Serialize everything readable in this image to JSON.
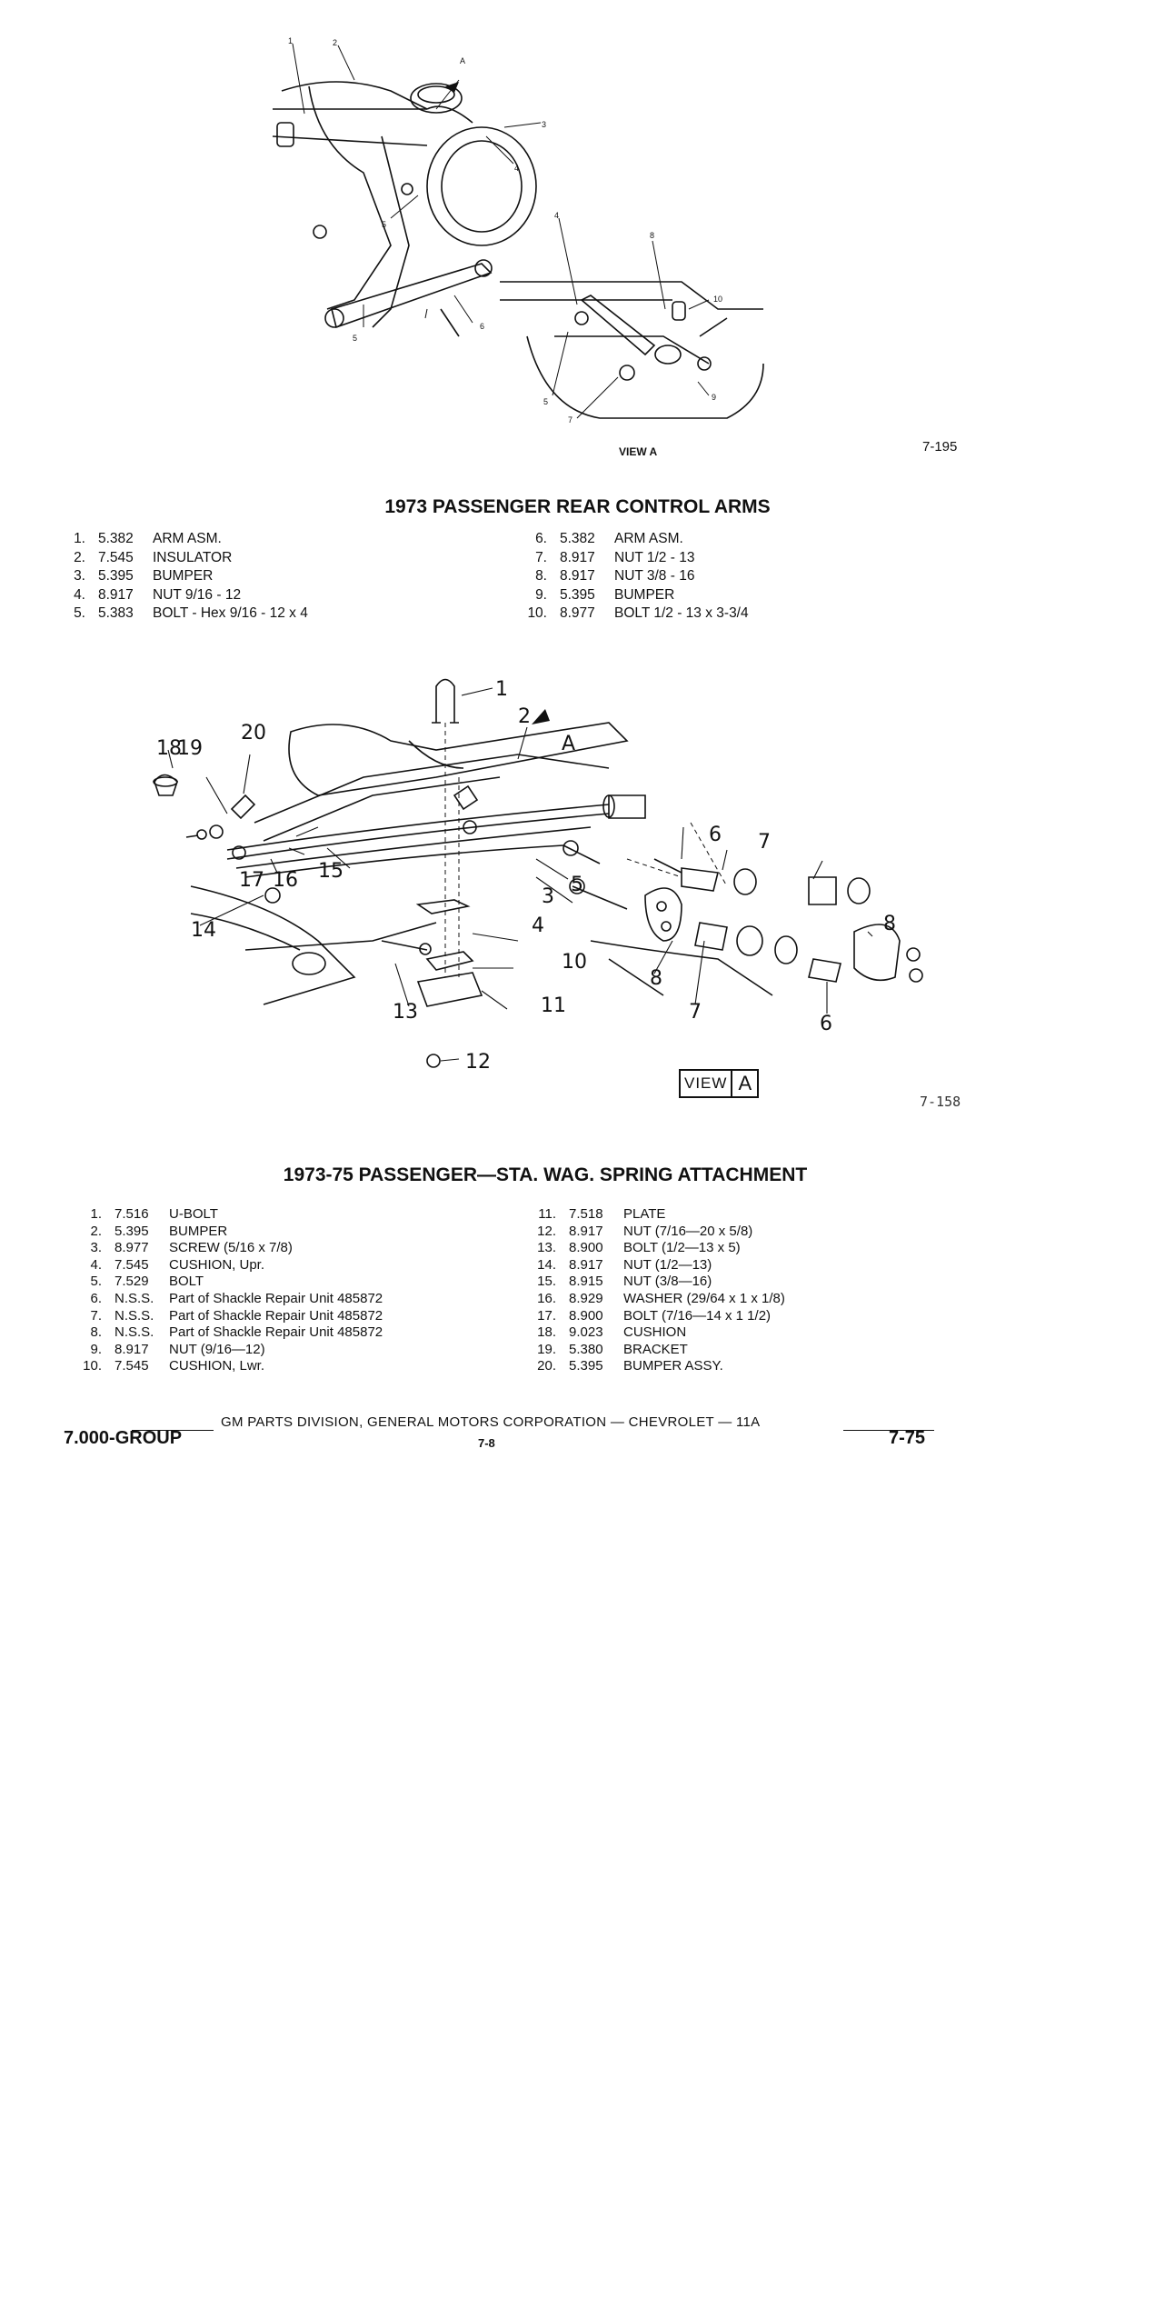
{
  "figure1": {
    "view_label": "VIEW A",
    "code": "7-195",
    "callouts": [
      "1",
      "2",
      "3",
      "4",
      "5",
      "6",
      "7",
      "8",
      "9",
      "10",
      "A"
    ]
  },
  "section1": {
    "title": "1973 PASSENGER REAR CONTROL ARMS",
    "left_items": [
      {
        "n": "1.",
        "code": "5.382",
        "desc": "ARM ASM."
      },
      {
        "n": "2.",
        "code": "7.545",
        "desc": "INSULATOR"
      },
      {
        "n": "3.",
        "code": "5.395",
        "desc": "BUMPER"
      },
      {
        "n": "4.",
        "code": "8.917",
        "desc": "NUT 9/16 - 12"
      },
      {
        "n": "5.",
        "code": "5.383",
        "desc": "BOLT - Hex 9/16 - 12 x 4"
      }
    ],
    "right_items": [
      {
        "n": "6.",
        "code": "5.382",
        "desc": "ARM ASM."
      },
      {
        "n": "7.",
        "code": "8.917",
        "desc": "NUT 1/2 - 13"
      },
      {
        "n": "8.",
        "code": "8.917",
        "desc": "NUT 3/8 - 16"
      },
      {
        "n": "9.",
        "code": "5.395",
        "desc": "BUMPER"
      },
      {
        "n": "10.",
        "code": "8.977",
        "desc": "BOLT 1/2 - 13 x 3-3/4"
      }
    ]
  },
  "figure2": {
    "view_label": "VIEW",
    "view_letter": "A",
    "code": "7-158",
    "callouts": [
      "1",
      "2",
      "3",
      "4",
      "5",
      "6",
      "7",
      "8",
      "10",
      "11",
      "12",
      "13",
      "14",
      "15",
      "16",
      "17",
      "18",
      "19",
      "20",
      "A"
    ]
  },
  "section2": {
    "title": "1973-75 PASSENGER—STA. WAG. SPRING ATTACHMENT",
    "left_items": [
      {
        "n": "1.",
        "code": "7.516",
        "desc": "U-BOLT"
      },
      {
        "n": "2.",
        "code": "5.395",
        "desc": "BUMPER"
      },
      {
        "n": "3.",
        "code": "8.977",
        "desc": "SCREW (5/16 x 7/8)"
      },
      {
        "n": "4.",
        "code": "7.545",
        "desc": "CUSHION, Upr."
      },
      {
        "n": "5.",
        "code": "7.529",
        "desc": "BOLT"
      },
      {
        "n": "6.",
        "code": "N.S.S.",
        "desc": "Part of Shackle Repair Unit 485872"
      },
      {
        "n": "7.",
        "code": "N.S.S.",
        "desc": "Part of Shackle Repair Unit 485872"
      },
      {
        "n": "8.",
        "code": "N.S.S.",
        "desc": "Part of Shackle Repair Unit 485872"
      },
      {
        "n": "9.",
        "code": "8.917",
        "desc": "NUT (9/16—12)"
      },
      {
        "n": "10.",
        "code": "7.545",
        "desc": "CUSHION, Lwr."
      }
    ],
    "right_items": [
      {
        "n": "11.",
        "code": "7.518",
        "desc": "PLATE"
      },
      {
        "n": "12.",
        "code": "8.917",
        "desc": "NUT (7/16—20 x 5/8)"
      },
      {
        "n": "13.",
        "code": "8.900",
        "desc": "BOLT (1/2—13 x 5)"
      },
      {
        "n": "14.",
        "code": "8.917",
        "desc": "NUT (1/2—13)"
      },
      {
        "n": "15.",
        "code": "8.915",
        "desc": "NUT (3/8—16)"
      },
      {
        "n": "16.",
        "code": "8.929",
        "desc": "WASHER (29/64 x 1 x 1/8)"
      },
      {
        "n": "17.",
        "code": "8.900",
        "desc": "BOLT (7/16—14 x 1 1/2)"
      },
      {
        "n": "18.",
        "code": "9.023",
        "desc": "CUSHION"
      },
      {
        "n": "19.",
        "code": "5.380",
        "desc": "BRACKET"
      },
      {
        "n": "20.",
        "code": "5.395",
        "desc": "BUMPER ASSY."
      }
    ]
  },
  "footer": {
    "center_text": "GM PARTS DIVISION, GENERAL MOTORS CORPORATION — CHEVROLET — 11A",
    "group": "7.000-GROUP",
    "page": "7-8",
    "date": "7-75"
  }
}
